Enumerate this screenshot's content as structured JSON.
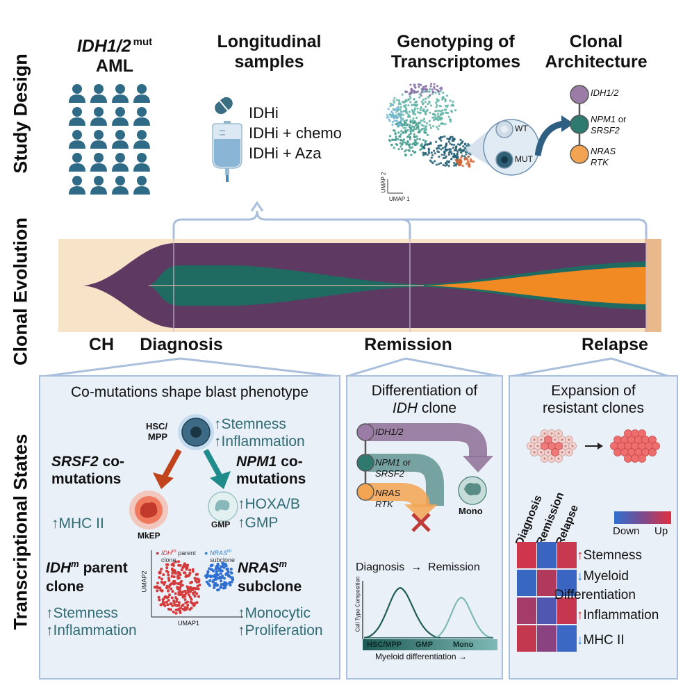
{
  "side_labels": {
    "study_design": "Study Design",
    "clonal_evolution": "Clonal Evolution",
    "transcriptional_states": "Transcriptional States"
  },
  "study": {
    "aml_title_line1": "IDH1/2",
    "aml_title_sup": "mut",
    "aml_title_line2": "AML",
    "long_title_line1": "Longitudinal",
    "long_title_line2": "samples",
    "treatments": [
      "IDHi",
      "IDHi + chemo",
      "IDHi + Aza"
    ],
    "geno_title_line1": "Genotyping of",
    "geno_title_line2": "Transcriptomes",
    "umap_x": "UMAP 1",
    "umap_y": "UMAP 2",
    "wt": "WT",
    "mut": "MUT",
    "arch_title_line1": "Clonal",
    "arch_title_line2": "Architecture",
    "arch_nodes": [
      {
        "gene": "IDH1/2",
        "suffix": "",
        "gene2": ""
      },
      {
        "gene": "NPM1",
        "suffix": " or",
        "gene2": "SRSF2"
      },
      {
        "gene": "NRAS",
        "suffix": "",
        "gene2": "RTK"
      }
    ]
  },
  "timeline": {
    "ch": "CH",
    "diagnosis": "Diagnosis",
    "remission": "Remission",
    "relapse": "Relapse"
  },
  "panel1": {
    "title": "Co-mutations shape blast phenotype",
    "hsc_line1": "HSC/",
    "hsc_line2": "MPP",
    "hsc_up1": "Stemness",
    "hsc_up2": "Inflammation",
    "srsf2_gene": "SRSF2",
    "srsf2_tail": " co-",
    "srsf2_line2": "mutations",
    "srsf2_up": "MHC II",
    "mkep": "MkEP",
    "npm1_gene": "NPM1",
    "npm1_tail": " co-",
    "npm1_line2": "mutations",
    "gmp": "GMP",
    "npm1_up1": "HOXA/B",
    "npm1_up2": "GMP",
    "idh_gene": "IDH",
    "idh_sup": "m",
    "idh_tail": " parent",
    "idh_line2": "clone",
    "idh_up1": "Stemness",
    "idh_up2": "Inflammation",
    "nras_gene": "NRAS",
    "nras_sup": "m",
    "nras_line2": "subclone",
    "nras_up1": "Monocytic",
    "nras_up2": "Proliferation",
    "scatter_legend_idh_gene": "IDH",
    "scatter_legend_idh_sup": "m",
    "scatter_legend_idh_tail": " parent",
    "scatter_legend_idh_line2": "clone",
    "scatter_legend_nras_gene": "NRAS",
    "scatter_legend_nras_sup": "m",
    "scatter_legend_nras_line2": "subclone",
    "umap1": "UMAP1",
    "umap2": "UMAP2",
    "up_arrow": "↑"
  },
  "panel2": {
    "title_line1": "Differentiation of",
    "title_gene": "IDH",
    "title_tail": " clone",
    "node1": "IDH1/2",
    "node2_gene": "NPM1",
    "node2_tail": " or",
    "node2_line2": "SRSF2",
    "node3_gene": "NRAS",
    "node3_line2": "RTK",
    "mono": "Mono",
    "diag_remission": "Diagnosis  →  Remission",
    "ylabel": "Cell Type Composition",
    "ticks": [
      "HSC/MPP",
      "GMP",
      "Mono"
    ],
    "xlabel": "Myeloid differentiation →"
  },
  "panel3": {
    "title_line1": "Expansion of",
    "title_line2": "resistant clones",
    "columns": [
      "Diagnosis",
      "Remission",
      "Relapse"
    ],
    "legend_down": "Down",
    "legend_up": "Up",
    "rows": [
      {
        "arrow": "↑",
        "label": "Stemness",
        "label2": "",
        "dir": "up",
        "colors": [
          "#d0354e",
          "#3a64c0",
          "#c8384f"
        ]
      },
      {
        "arrow": "↓",
        "label": "Myeloid",
        "label2": "Differentiation",
        "dir": "down",
        "colors": [
          "#3867c2",
          "#b13a5c",
          "#3a66c2"
        ]
      },
      {
        "arrow": "↑",
        "label": "Inflammation",
        "label2": "",
        "dir": "up",
        "colors": [
          "#a43b68",
          "#4f57b0",
          "#c7364f"
        ]
      },
      {
        "arrow": "↓",
        "label": "MHC II",
        "label2": "",
        "dir": "down",
        "colors": [
          "#c4384f",
          "#8a4380",
          "#3b68c3"
        ]
      }
    ]
  },
  "colors": {
    "purple": "#5e3a63",
    "teal": "#1f6a61",
    "orange": "#f28a24",
    "beige": "#f7e3c8",
    "panel_bg": "#eaf0f8",
    "panel_border": "#a9bfdc"
  }
}
